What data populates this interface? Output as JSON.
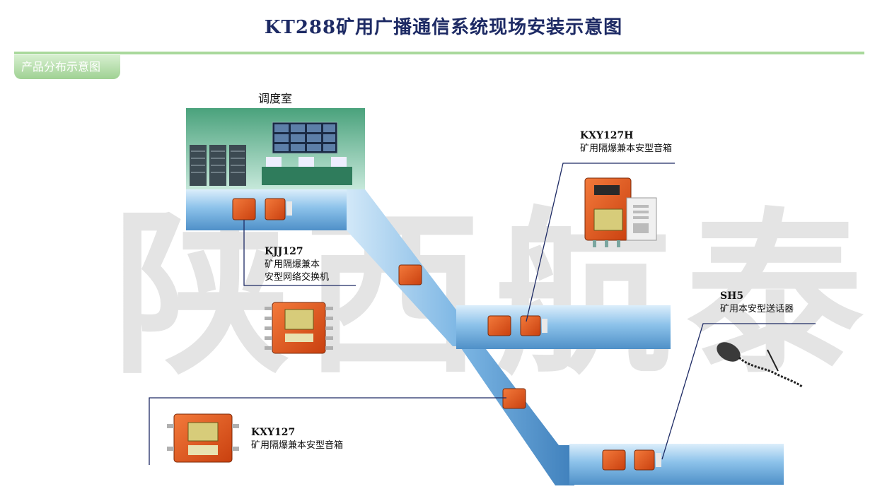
{
  "title": "KT288矿用广播通信系统现场安装示意图",
  "tab_label": "产品分布示意图",
  "watermark": [
    "陕",
    "西",
    "航",
    "泰"
  ],
  "dispatch_room": "调度室",
  "devices": {
    "kjj127": {
      "model": "KJJ127",
      "line1": "矿用隔爆兼本",
      "line2": "安型网络交换机"
    },
    "kxy127h": {
      "model": "KXY127H",
      "name": "矿用隔爆兼本安型音箱"
    },
    "sh5": {
      "model": "SH5",
      "name": "矿用本安型送话器"
    },
    "kxy127": {
      "model": "KXY127",
      "name": "矿用隔爆兼本安型音箱"
    }
  },
  "colors": {
    "title": "#1d2a64",
    "tab": "#9fd193",
    "tunnel": "#7fb9e6",
    "device": "#e0521c",
    "callout": "#1d2a64",
    "room": "#2f8a62"
  }
}
